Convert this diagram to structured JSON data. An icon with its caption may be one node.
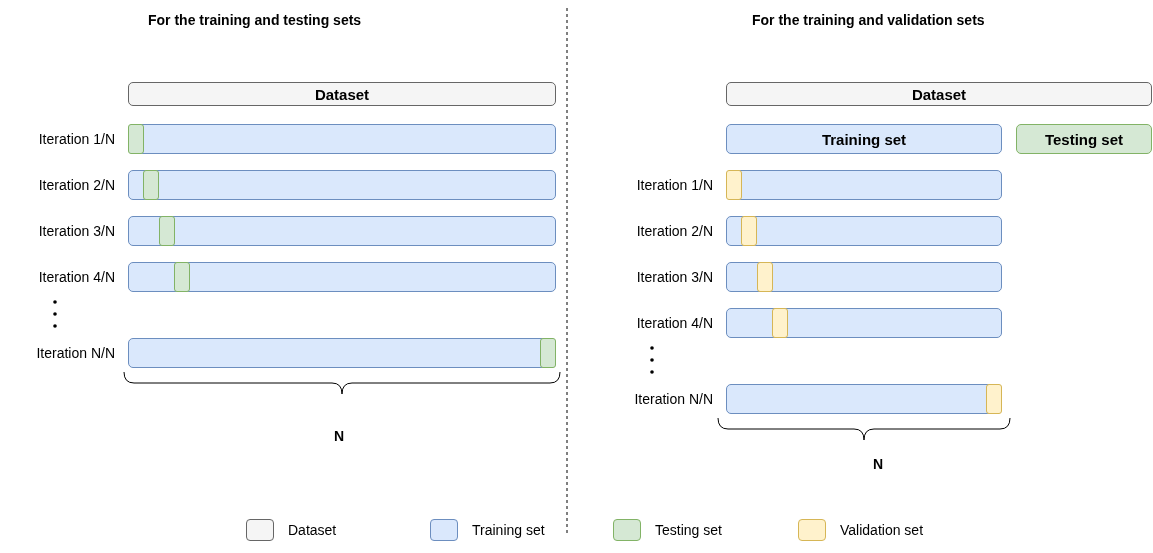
{
  "diagram": {
    "nodes": [
      {
        "text": [
          "Dataset"
        ]
      },
      {
        "text": [],
        "shape": "bar",
        "beside": [
          "Iteration 1/N"
        ]
      },
      {
        "text": [],
        "shape": "bar",
        "in": 1
      },
      {
        "text": [],
        "shape": "bar",
        "beside": [
          "Iteration 2/N"
        ]
      },
      {
        "text": [],
        "shape": "bar",
        "in": 3
      },
      {
        "text": [],
        "shape": "bar",
        "beside": [
          "Iteration 3/N"
        ]
      },
      {
        "text": [],
        "shape": "bar",
        "in": 5
      },
      {
        "text": [],
        "shape": "bar",
        "beside": [
          "Iteration 4/N"
        ]
      },
      {
        "text": [],
        "shape": "bar",
        "in": 7
      },
      {
        "text": [],
        "shape": "bar",
        "beside": [
          "Iteration N/N"
        ]
      },
      {
        "text": [],
        "shape": "bar",
        "in": 9
      },
      {
        "text": [
          "Dataset"
        ]
      },
      {
        "text": [
          "Training set"
        ]
      },
      {
        "text": [
          "Testing set"
        ]
      },
      {
        "text": [],
        "shape": "bar",
        "beside": [
          "Iteration 1/N"
        ]
      },
      {
        "text": [],
        "shape": "bar",
        "in": 14
      },
      {
        "text": [],
        "shape": "bar",
        "beside": [
          "Iteration 2/N"
        ]
      },
      {
        "text": [],
        "shape": "bar",
        "in": 16
      },
      {
        "text": [],
        "shape": "bar",
        "beside": [
          "Iteration 3/N"
        ]
      },
      {
        "text": [],
        "shape": "bar",
        "in": 18
      },
      {
        "text": [],
        "shape": "bar",
        "beside": [
          "Iteration 4/N"
        ]
      },
      {
        "text": [],
        "shape": "bar",
        "in": 20
      },
      {
        "text": [],
        "shape": "bar",
        "beside": [
          "Iteration N/N"
        ]
      },
      {
        "text": [],
        "shape": "bar",
        "in": 22
      }
    ],
    "labels": [
      "For the training and testing sets",
      "For the training and validation sets",
      "N",
      "N"
    ],
    "legend": [
      {
        "text": "Dataset",
        "color": "#f5f5f5"
      },
      {
        "text": "Training set",
        "color": "#dae8fc"
      },
      {
        "text": "Testing set",
        "color": "#d5e8d4"
      },
      {
        "text": "Validation set",
        "color": "#fff2cc"
      }
    ]
  }
}
